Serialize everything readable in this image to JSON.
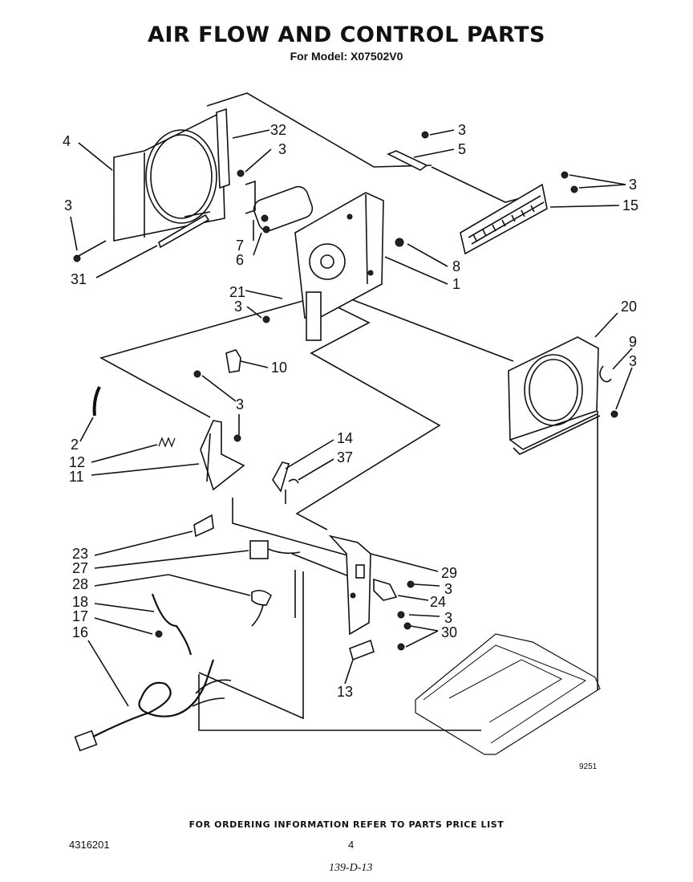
{
  "header": {
    "title": "AIR FLOW AND CONTROL PARTS",
    "subtitle": "For Model: X07502V0"
  },
  "callouts": {
    "c1": "1",
    "c2": "2",
    "c3": "3",
    "c4": "4",
    "c5": "5",
    "c6": "6",
    "c7": "7",
    "c8": "8",
    "c9": "9",
    "c10": "10",
    "c11": "11",
    "c12": "12",
    "c13": "13",
    "c14": "14",
    "c15": "15",
    "c16": "16",
    "c17": "17",
    "c18": "18",
    "c20": "20",
    "c21": "21",
    "c23": "23",
    "c24": "24",
    "c27": "27",
    "c28": "28",
    "c29": "29",
    "c30": "30",
    "c31": "31",
    "c32": "32",
    "c37": "37"
  },
  "illustration_code": "9251",
  "footer": {
    "note": "FOR ORDERING INFORMATION REFER TO PARTS PRICE LIST",
    "doc_number": "4316201",
    "page_number": "4",
    "handwritten": "139-D-13"
  }
}
